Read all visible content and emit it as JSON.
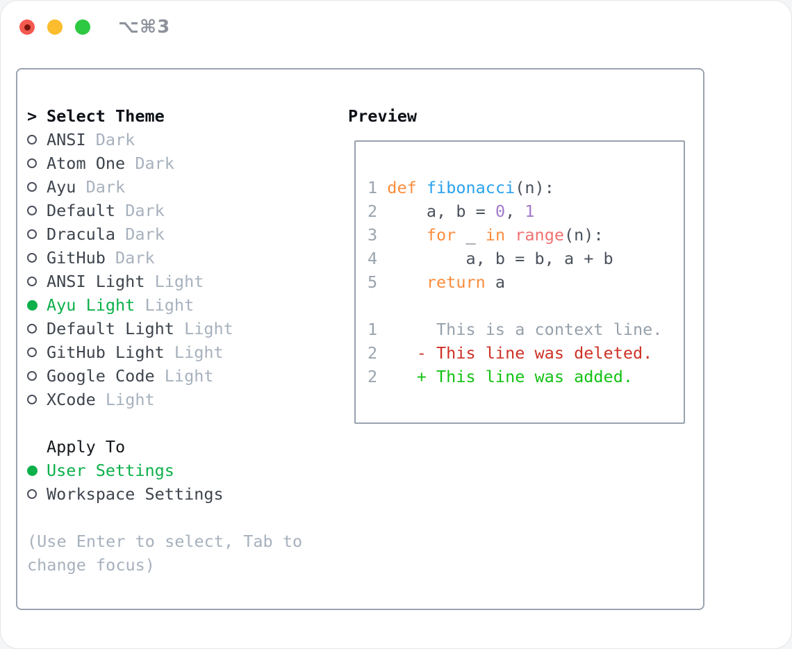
{
  "window": {
    "title": "⌥⌘3"
  },
  "colors": {
    "selection_green": "#0cb04a",
    "item_text": "#3e444d",
    "variant_text": "#a7b1bd",
    "keyword": "#fa8d3e",
    "function": "#2aa2ee",
    "number": "#a37acc",
    "builtin": "#f07171",
    "plain": "#4a515b",
    "linenum": "#9aa3ad",
    "context": "#97a1ab",
    "deleted": "#cd3227",
    "added": "#14c114"
  },
  "theme_selector": {
    "header_prefix": ">",
    "header_label": "Select Theme",
    "items": [
      {
        "name": "ANSI",
        "variant": "Dark",
        "selected": false
      },
      {
        "name": "Atom One",
        "variant": "Dark",
        "selected": false
      },
      {
        "name": "Ayu",
        "variant": "Dark",
        "selected": false
      },
      {
        "name": "Default",
        "variant": "Dark",
        "selected": false
      },
      {
        "name": "Dracula",
        "variant": "Dark",
        "selected": false
      },
      {
        "name": "GitHub",
        "variant": "Dark",
        "selected": false
      },
      {
        "name": "ANSI Light",
        "variant": "Light",
        "selected": false
      },
      {
        "name": "Ayu Light",
        "variant": "Light",
        "selected": true
      },
      {
        "name": "Default Light",
        "variant": "Light",
        "selected": false
      },
      {
        "name": "GitHub Light",
        "variant": "Light",
        "selected": false
      },
      {
        "name": "Google Code",
        "variant": "Light",
        "selected": false
      },
      {
        "name": "XCode",
        "variant": "Light",
        "selected": false
      }
    ],
    "apply_to_label": "Apply To",
    "apply_options": [
      {
        "name": "User Settings",
        "selected": true
      },
      {
        "name": "Workspace Settings",
        "selected": false
      }
    ],
    "hint_lines": [
      "(Use Enter to select, Tab to",
      "change focus)"
    ]
  },
  "preview": {
    "title": "Preview",
    "lines": [
      {
        "num": "1",
        "kind": "code",
        "tokens": [
          {
            "c": "keyword",
            "t": "def"
          },
          {
            "c": "plain",
            "t": " "
          },
          {
            "c": "function",
            "t": "fibonacci"
          },
          {
            "c": "plain",
            "t": "(n):"
          }
        ]
      },
      {
        "num": "2",
        "kind": "code",
        "tokens": [
          {
            "c": "plain",
            "t": "    a, b = "
          },
          {
            "c": "number",
            "t": "0"
          },
          {
            "c": "plain",
            "t": ", "
          },
          {
            "c": "number",
            "t": "1"
          }
        ]
      },
      {
        "num": "3",
        "kind": "code",
        "tokens": [
          {
            "c": "plain",
            "t": "    "
          },
          {
            "c": "keyword",
            "t": "for"
          },
          {
            "c": "plain",
            "t": " _ "
          },
          {
            "c": "keyword",
            "t": "in"
          },
          {
            "c": "plain",
            "t": " "
          },
          {
            "c": "builtin",
            "t": "range"
          },
          {
            "c": "plain",
            "t": "(n):"
          }
        ]
      },
      {
        "num": "4",
        "kind": "code",
        "tokens": [
          {
            "c": "plain",
            "t": "        a, b = b, a + b"
          }
        ]
      },
      {
        "num": "5",
        "kind": "code",
        "tokens": [
          {
            "c": "plain",
            "t": "    "
          },
          {
            "c": "keyword",
            "t": "return"
          },
          {
            "c": "plain",
            "t": " a"
          }
        ]
      },
      {
        "num": "",
        "kind": "blank",
        "tokens": []
      },
      {
        "num": "1",
        "kind": "diff-context",
        "tokens": [
          {
            "c": "context",
            "t": "     This is a context line."
          }
        ]
      },
      {
        "num": "2",
        "kind": "diff-deleted",
        "tokens": [
          {
            "c": "deleted",
            "t": "   - This line was deleted."
          }
        ]
      },
      {
        "num": "2",
        "kind": "diff-added",
        "tokens": [
          {
            "c": "added",
            "t": "   + This line was added."
          }
        ]
      }
    ]
  }
}
